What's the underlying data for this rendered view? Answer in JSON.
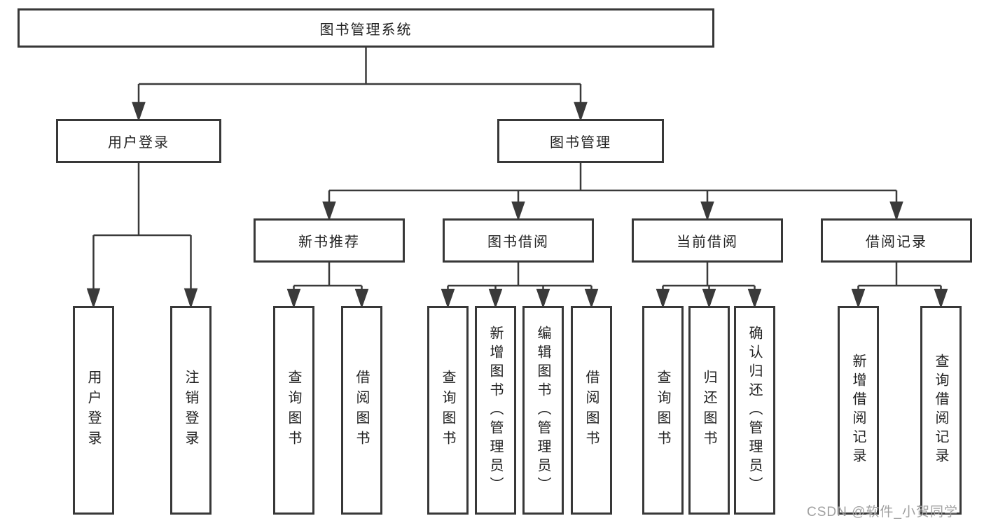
{
  "diagram": {
    "root": {
      "label": "图书管理系统"
    },
    "branches": [
      {
        "label": "用户登录",
        "children": [
          {
            "label": "用户登录"
          },
          {
            "label": "注销登录"
          }
        ]
      },
      {
        "label": "图书管理",
        "groups": [
          {
            "label": "新书推荐",
            "children": [
              {
                "label": "查询图书"
              },
              {
                "label": "借阅图书"
              }
            ]
          },
          {
            "label": "图书借阅",
            "children": [
              {
                "label": "查询图书"
              },
              {
                "label": "新增图书（管理员）"
              },
              {
                "label": "编辑图书（管理员）"
              },
              {
                "label": "借阅图书"
              }
            ]
          },
          {
            "label": "当前借阅",
            "children": [
              {
                "label": "查询图书"
              },
              {
                "label": "归还图书"
              },
              {
                "label": "确认归还（管理员）"
              }
            ]
          },
          {
            "label": "借阅记录",
            "children": [
              {
                "label": "新增借阅记录"
              },
              {
                "label": "查询借阅记录"
              }
            ]
          }
        ]
      }
    ]
  },
  "watermark": {
    "text": "CSDN @软件_小贺同学"
  },
  "colors": {
    "line": "#3a3a3a",
    "box_border": "#383838",
    "text": "#222222",
    "watermark": "#a0a0a0",
    "background": "#ffffff"
  }
}
